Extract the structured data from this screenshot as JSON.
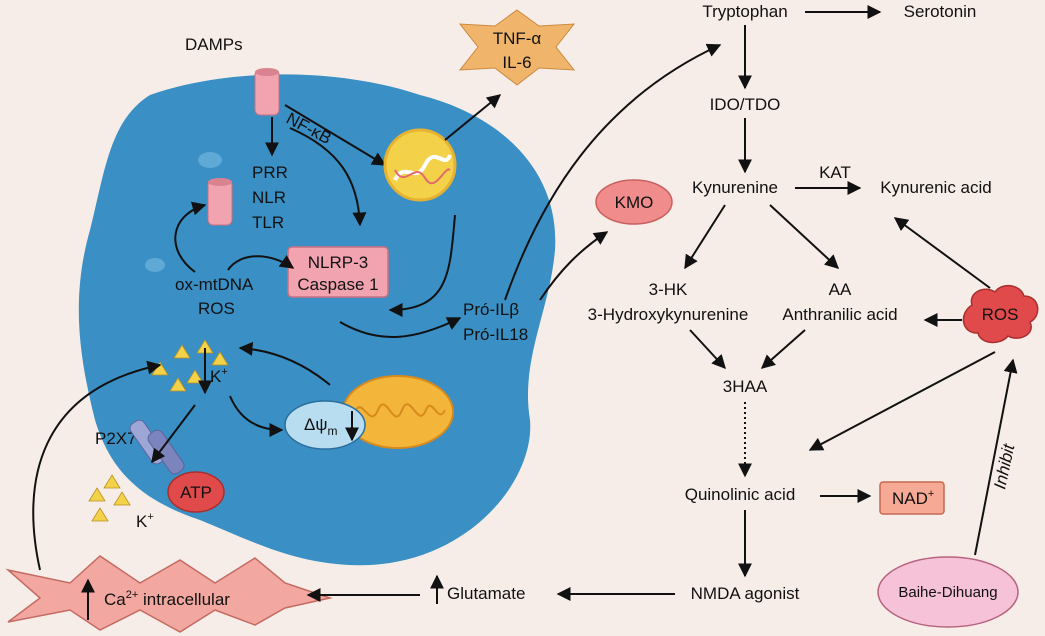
{
  "cell": {
    "damps": "DAMPs",
    "nfkb": "NF-κB",
    "prr": "PRR",
    "nlr": "NLR",
    "tlr": "TLR",
    "nlrp3": "NLRP-3",
    "caspase1": "Caspase 1",
    "ox_mtdna": "ox-mtDNA",
    "ros": "ROS",
    "k_plus_in": "K",
    "k_sup": "+",
    "delta_psi": "Δψ",
    "delta_psi_sub": "m",
    "pro_ilb": "Pró-ILβ",
    "pro_il18": "Pró-IL18",
    "p2x7": "P2X7",
    "k_plus_out": "K",
    "atp": "ATP"
  },
  "cytokines": {
    "tnf": "TNF-α",
    "il6": "IL-6"
  },
  "kmo": "KMO",
  "pathway": {
    "tryptophan": "Tryptophan",
    "serotonin": "Serotonin",
    "ido_tdo": "IDO/TDO",
    "kynurenine": "Kynurenine",
    "kat": "KAT",
    "kynurenic_acid": "Kynurenic acid",
    "hk": "3-HK",
    "hk_full": "3-Hydroxykynurenine",
    "aa": "AA",
    "aa_full": "Anthranilic acid",
    "haa": "3HAA",
    "quinolinic": "Quinolinic acid",
    "nad": "NAD",
    "nad_sup": "+",
    "nmda": "NMDA agonist",
    "glutamate": "Glutamate",
    "ca": "Ca",
    "ca_sup": "2+",
    "ca_rest": " intracellular"
  },
  "ros_cloud": "ROS",
  "baihe": "Baihe-Dihuang",
  "inhibit": "Inhibit",
  "colors": {
    "cell": "#3a8fc4",
    "pink_box": "#f2a3b0",
    "red": "#e04a4a",
    "orange": "#f0b46a",
    "yellow": "#f3d24a",
    "baihe": "#f6c2d8"
  }
}
